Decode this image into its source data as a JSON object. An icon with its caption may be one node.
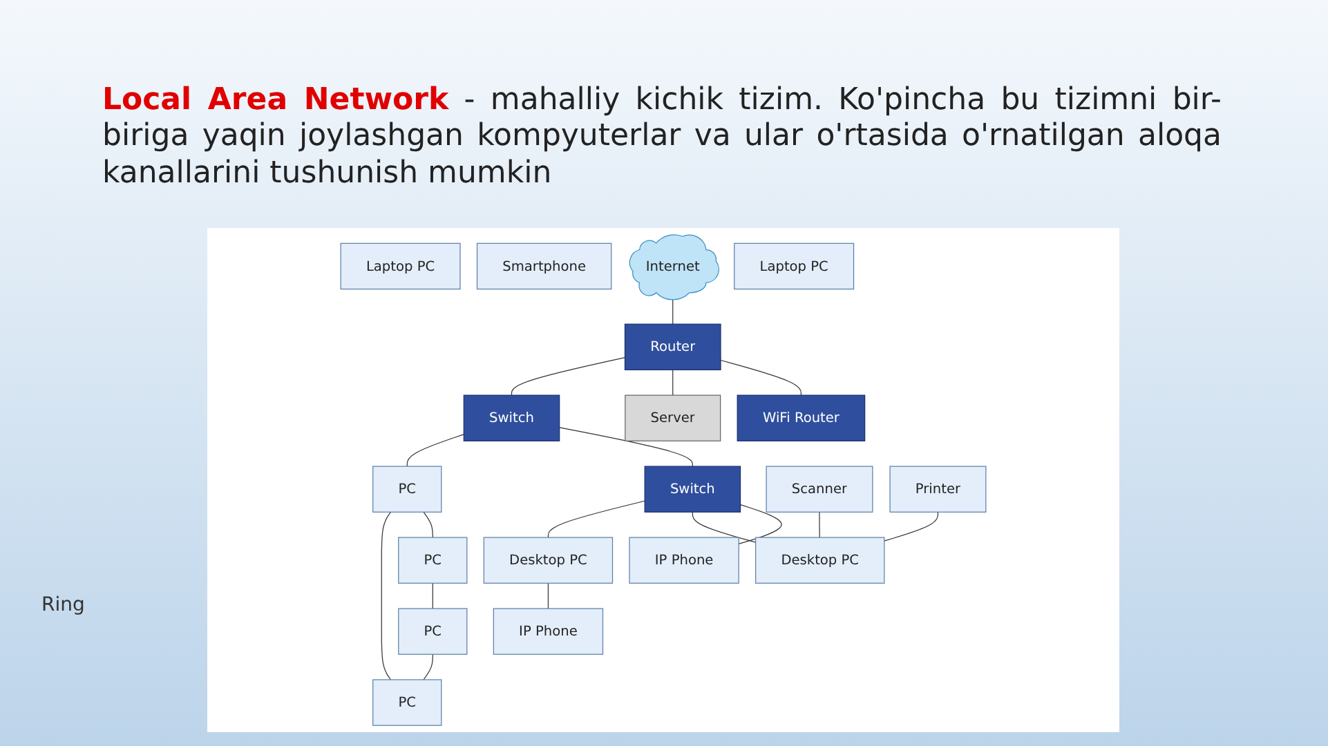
{
  "diagram": {
    "title": "**Local Area Network** - mahalliy kichik tizim. Ko'pincha bu tizimni bir-biriga yaqin joylashgan kompyuterlar va ular o'rtasida o'rnatilgan aloqa kanallarini tushunish mumkin",
    "nodes": [
      {
        "text": [
          "Laptop PC"
        ]
      },
      {
        "text": [
          "Smartphone"
        ]
      },
      {
        "text": [
          "Internet"
        ]
      },
      {
        "text": [
          "Laptop PC"
        ]
      },
      {
        "text": [
          "WiFi Router"
        ]
      },
      {
        "text": [
          "Router"
        ]
      },
      {
        "text": [
          "Server"
        ]
      },
      {
        "text": [
          "Switch"
        ]
      },
      {
        "text": [
          "Switch"
        ]
      },
      {
        "text": [
          "IP Phone"
        ]
      },
      {
        "text": [
          "PC"
        ]
      },
      {
        "text": [
          "PC"
        ]
      },
      {
        "text": [
          "Scanner"
        ]
      },
      {
        "text": [
          "Desktop PC"
        ]
      },
      {
        "text": [
          "IP Phone"
        ]
      },
      {
        "text": [
          "PC"
        ]
      },
      {
        "text": [
          "PC"
        ]
      },
      {
        "text": [
          "Printer"
        ]
      },
      {
        "text": [
          "Desktop PC"
        ]
      }
    ],
    "edges": [
      {
        "from": 2,
        "to": 5,
        "arrow": "none"
      },
      {
        "from": 5,
        "to": 4,
        "arrow": "none"
      },
      {
        "from": 5,
        "to": 6,
        "arrow": "none"
      },
      {
        "from": 5,
        "to": 7,
        "arrow": "none"
      },
      {
        "from": 7,
        "to": 8,
        "arrow": "none"
      },
      {
        "from": 7,
        "to": 11,
        "arrow": "none"
      },
      {
        "from": 8,
        "to": 9,
        "arrow": "none"
      },
      {
        "from": 8,
        "to": 18,
        "arrow": "none"
      },
      {
        "from": 8,
        "to": 13,
        "arrow": "none"
      },
      {
        "from": 12,
        "to": 18,
        "arrow": "none"
      },
      {
        "from": 17,
        "to": 18,
        "arrow": "none"
      },
      {
        "from": 13,
        "to": 14,
        "arrow": "none"
      },
      {
        "from": 10,
        "to": 11,
        "arrow": "none"
      },
      {
        "from": 11,
        "to": 16,
        "arrow": "none"
      },
      {
        "from": 16,
        "to": 15,
        "arrow": "none"
      },
      {
        "from": 15,
        "to": 10,
        "arrow": "none"
      }
    ],
    "labels": [
      "Ring"
    ]
  }
}
